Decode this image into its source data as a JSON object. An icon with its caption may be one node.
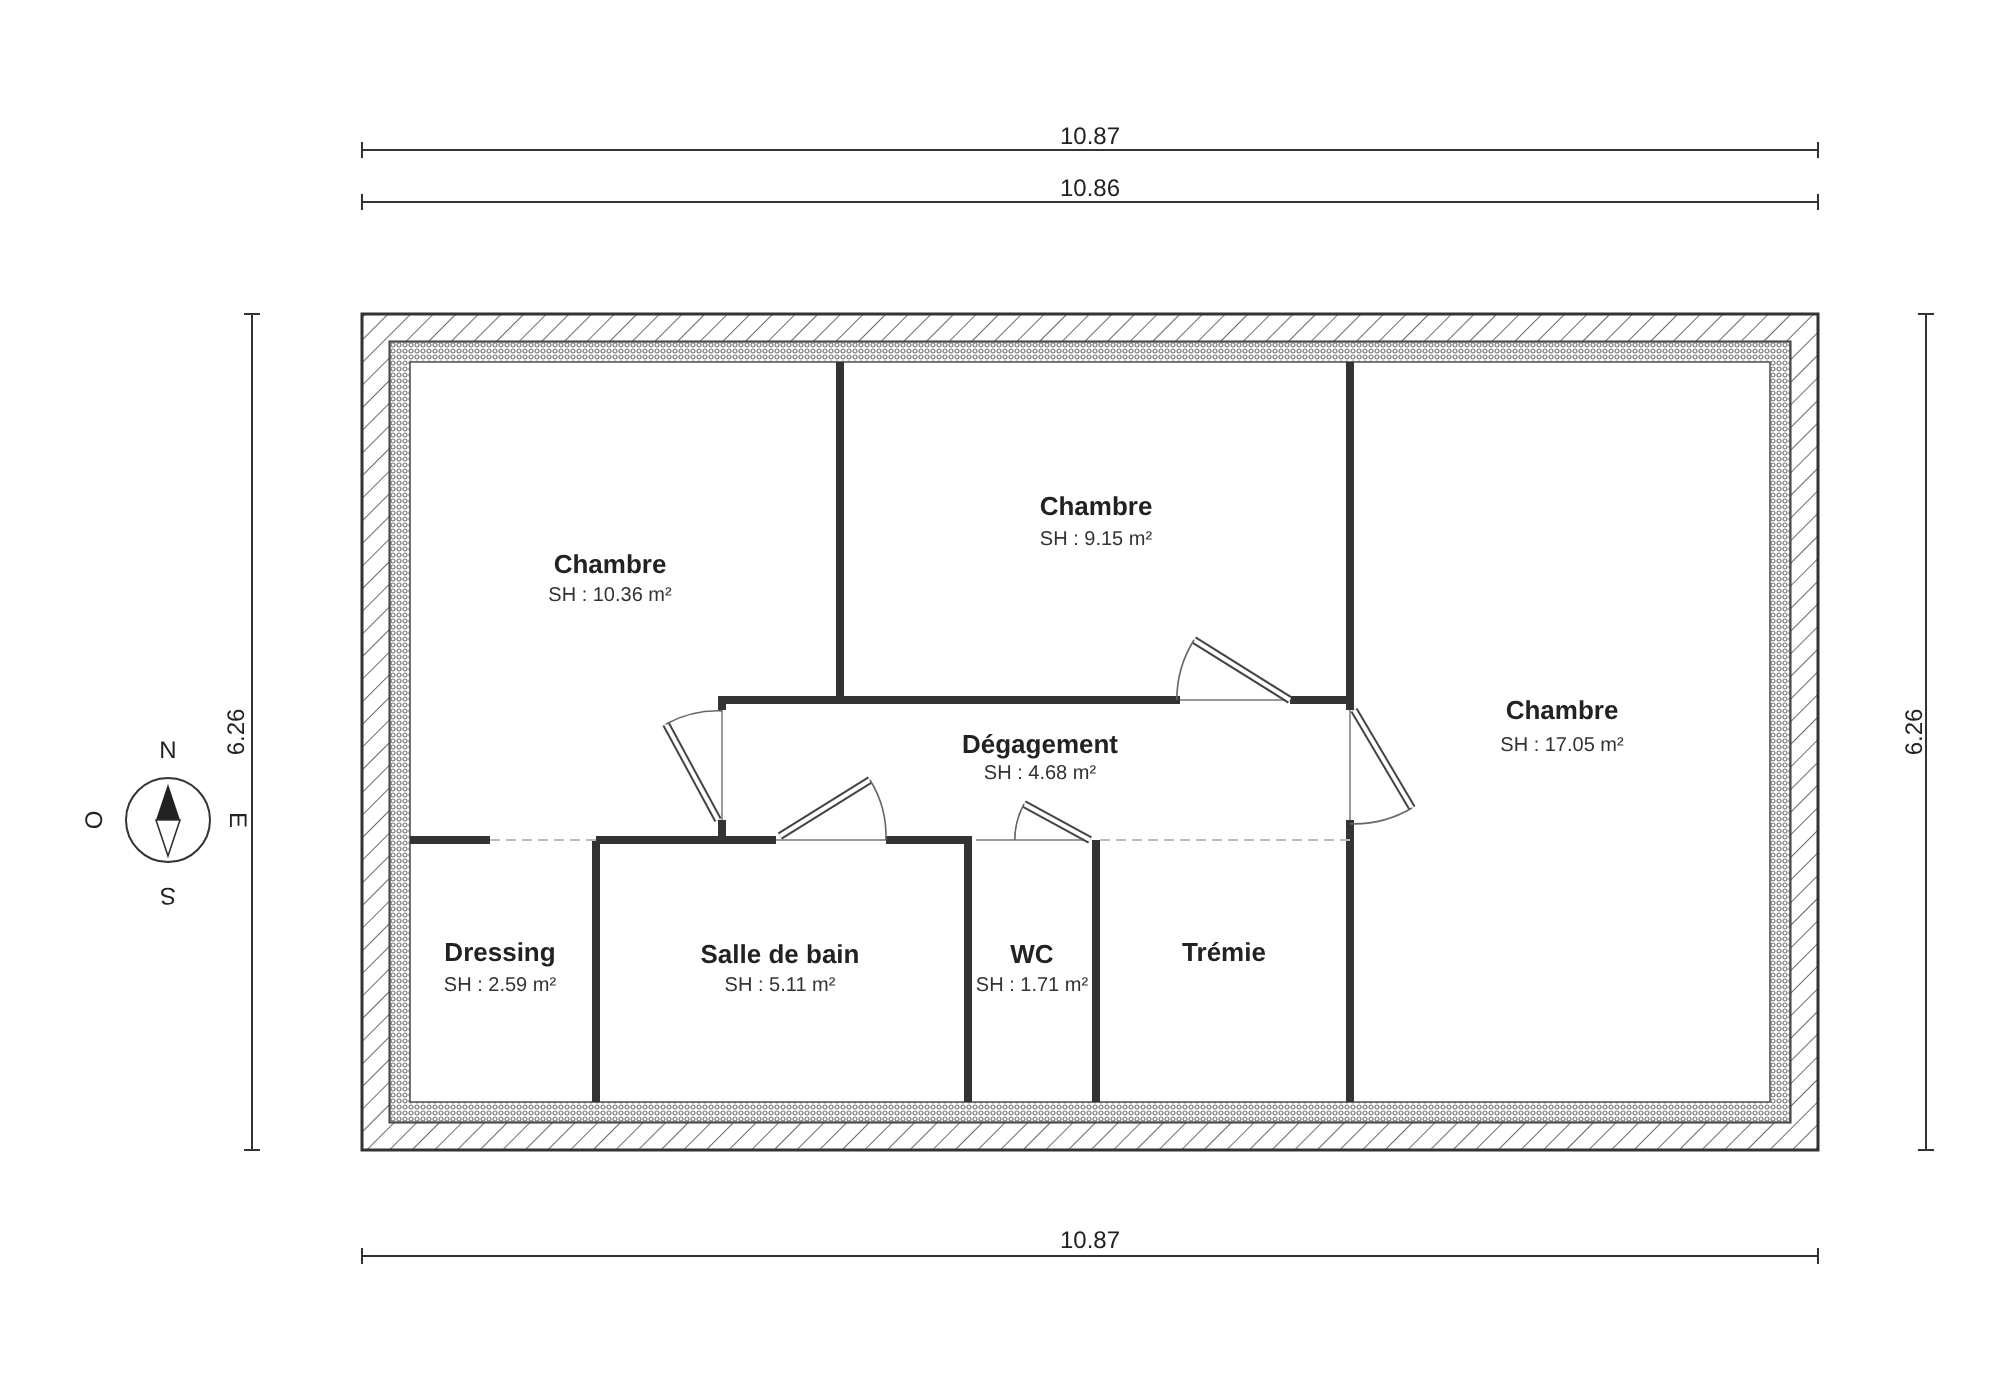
{
  "diagram": {
    "nodes": [
      {
        "text": [
          "Chambre",
          "SH : 10.36 m²"
        ]
      },
      {
        "text": [
          "Chambre",
          "SH : 9.15 m²"
        ]
      },
      {
        "text": [
          "Chambre",
          "SH : 17.05 m²"
        ]
      },
      {
        "text": [
          "Dégagement",
          "SH : 4.68 m²"
        ]
      },
      {
        "text": [
          "Dressing",
          "SH : 2.59 m²"
        ]
      },
      {
        "text": [
          "Salle de bain",
          "SH : 5.11 m²"
        ]
      },
      {
        "text": [
          "WC",
          "SH : 1.71 m²"
        ]
      },
      {
        "text": [
          "Trémie"
        ]
      }
    ],
    "labels": [
      "10.87",
      "10.86",
      "6.26",
      "N",
      "O",
      "E",
      "S",
      "6.26",
      "10.87"
    ]
  }
}
